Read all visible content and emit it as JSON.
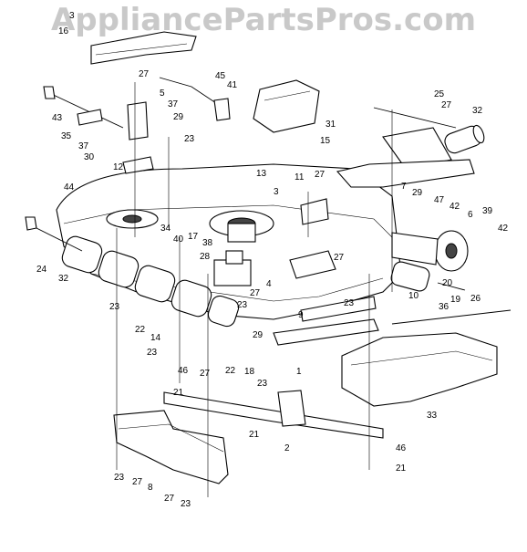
{
  "watermark": "AppliancePartsPros.com",
  "labels": [
    "3",
    "16",
    "27",
    "5",
    "45",
    "41",
    "43",
    "37",
    "29",
    "35",
    "37",
    "30",
    "23",
    "12",
    "25",
    "27",
    "32",
    "31",
    "15",
    "7",
    "29",
    "13",
    "3",
    "11",
    "27",
    "44",
    "34",
    "40",
    "17",
    "38",
    "28",
    "47",
    "42",
    "6",
    "39",
    "42",
    "24",
    "32",
    "23",
    "27",
    "27",
    "4",
    "20",
    "9",
    "23",
    "10",
    "19",
    "26",
    "36",
    "23",
    "22",
    "14",
    "29",
    "23",
    "22",
    "18",
    "23",
    "27",
    "1",
    "33",
    "46",
    "21",
    "21",
    "2",
    "46",
    "21",
    "23",
    "27",
    "8",
    "27",
    "23"
  ]
}
